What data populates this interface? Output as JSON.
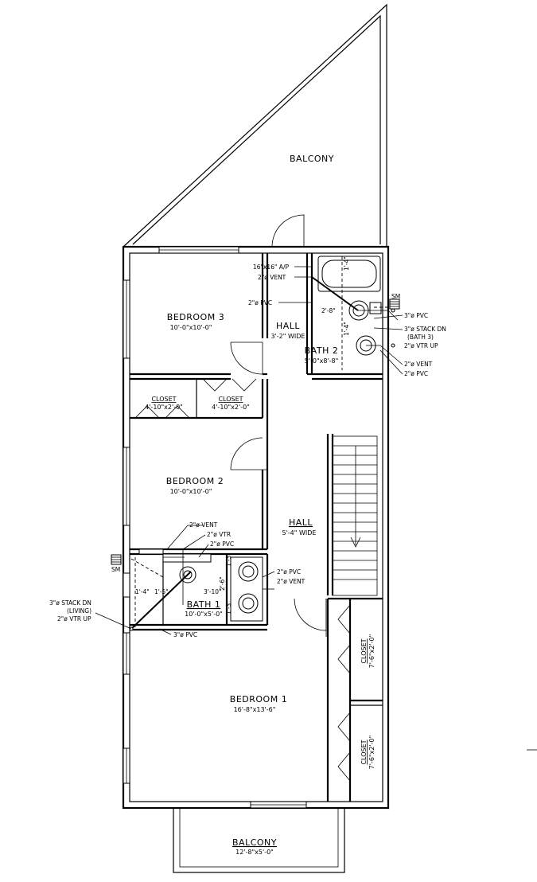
{
  "rooms": {
    "balcony_top": {
      "name": "BALCONY"
    },
    "bedroom3": {
      "name": "BEDROOM 3",
      "size": "10'-0\"x10'-0\""
    },
    "hall_upper": {
      "name": "HALL",
      "size": "3'-2\" WIDE"
    },
    "bath2": {
      "name": "BATH 2",
      "size": "5'-0\"x8'-8\""
    },
    "closet_a": {
      "name": "CLOSET",
      "size": "4'-10\"x2'-0\""
    },
    "closet_b": {
      "name": "CLOSET",
      "size": "4'-10\"x2'-0\""
    },
    "bedroom2": {
      "name": "BEDROOM 2",
      "size": "10'-0\"x10'-0\""
    },
    "hall_main": {
      "name": "HALL",
      "size": "5'-4\" WIDE"
    },
    "bath1": {
      "name": "BATH 1",
      "size": "10'-0\"x5'-0\""
    },
    "closet_c": {
      "name": "CLOSET",
      "size": "7'-6\"x2'-0\""
    },
    "closet_d": {
      "name": "CLOSET",
      "size": "7'-6\"x2'-0\""
    },
    "bedroom1": {
      "name": "BEDROOM 1",
      "size": "16'-8\"x13'-6\""
    },
    "balcony_bottom": {
      "name": "BALCONY",
      "size": "12'-8\"x5'-0\""
    }
  },
  "notes": {
    "ap": "16\"x16\" A/P",
    "vent_top": "2\"ø VENT",
    "pvc_top": "2\"ø PVC",
    "sm_right": "SM",
    "pvc3_right": "3\"ø PVC",
    "stack_bath3_l1": "3\"ø STACK DN",
    "stack_bath3_l2": "(BATH 3)",
    "stack_bath3_l3": "2\"ø VTR UP",
    "vent_right": "2\"ø VENT",
    "pvc_right": "2\"ø PVC",
    "vent_b1": "2\"ø VENT",
    "vtr_b1": "2\"ø VTR",
    "pvc_b1": "2\"ø PVC",
    "pvc_b1_sink": "2\"ø PVC",
    "vent_b1_sink": "2\"ø VENT",
    "sm_left": "SM",
    "stack_living_l1": "3\"ø STACK DN",
    "stack_living_l2": "(LIVING)",
    "stack_living_l3": "2\"ø VTR UP",
    "pvc3_b1": "3\"ø PVC"
  },
  "dims": {
    "bath2_a": "2'-8\"",
    "bath2_b": "1'-4\"",
    "bath2_c": "1'-4\"",
    "bath1_a": "1'-4\"",
    "bath1_b": "1'-5\"",
    "bath1_c": "3'-10\"",
    "bath1_d": "2'-6\"",
    "bath1_e": "1'-3\"",
    "bath1_f": "1'-3\""
  }
}
